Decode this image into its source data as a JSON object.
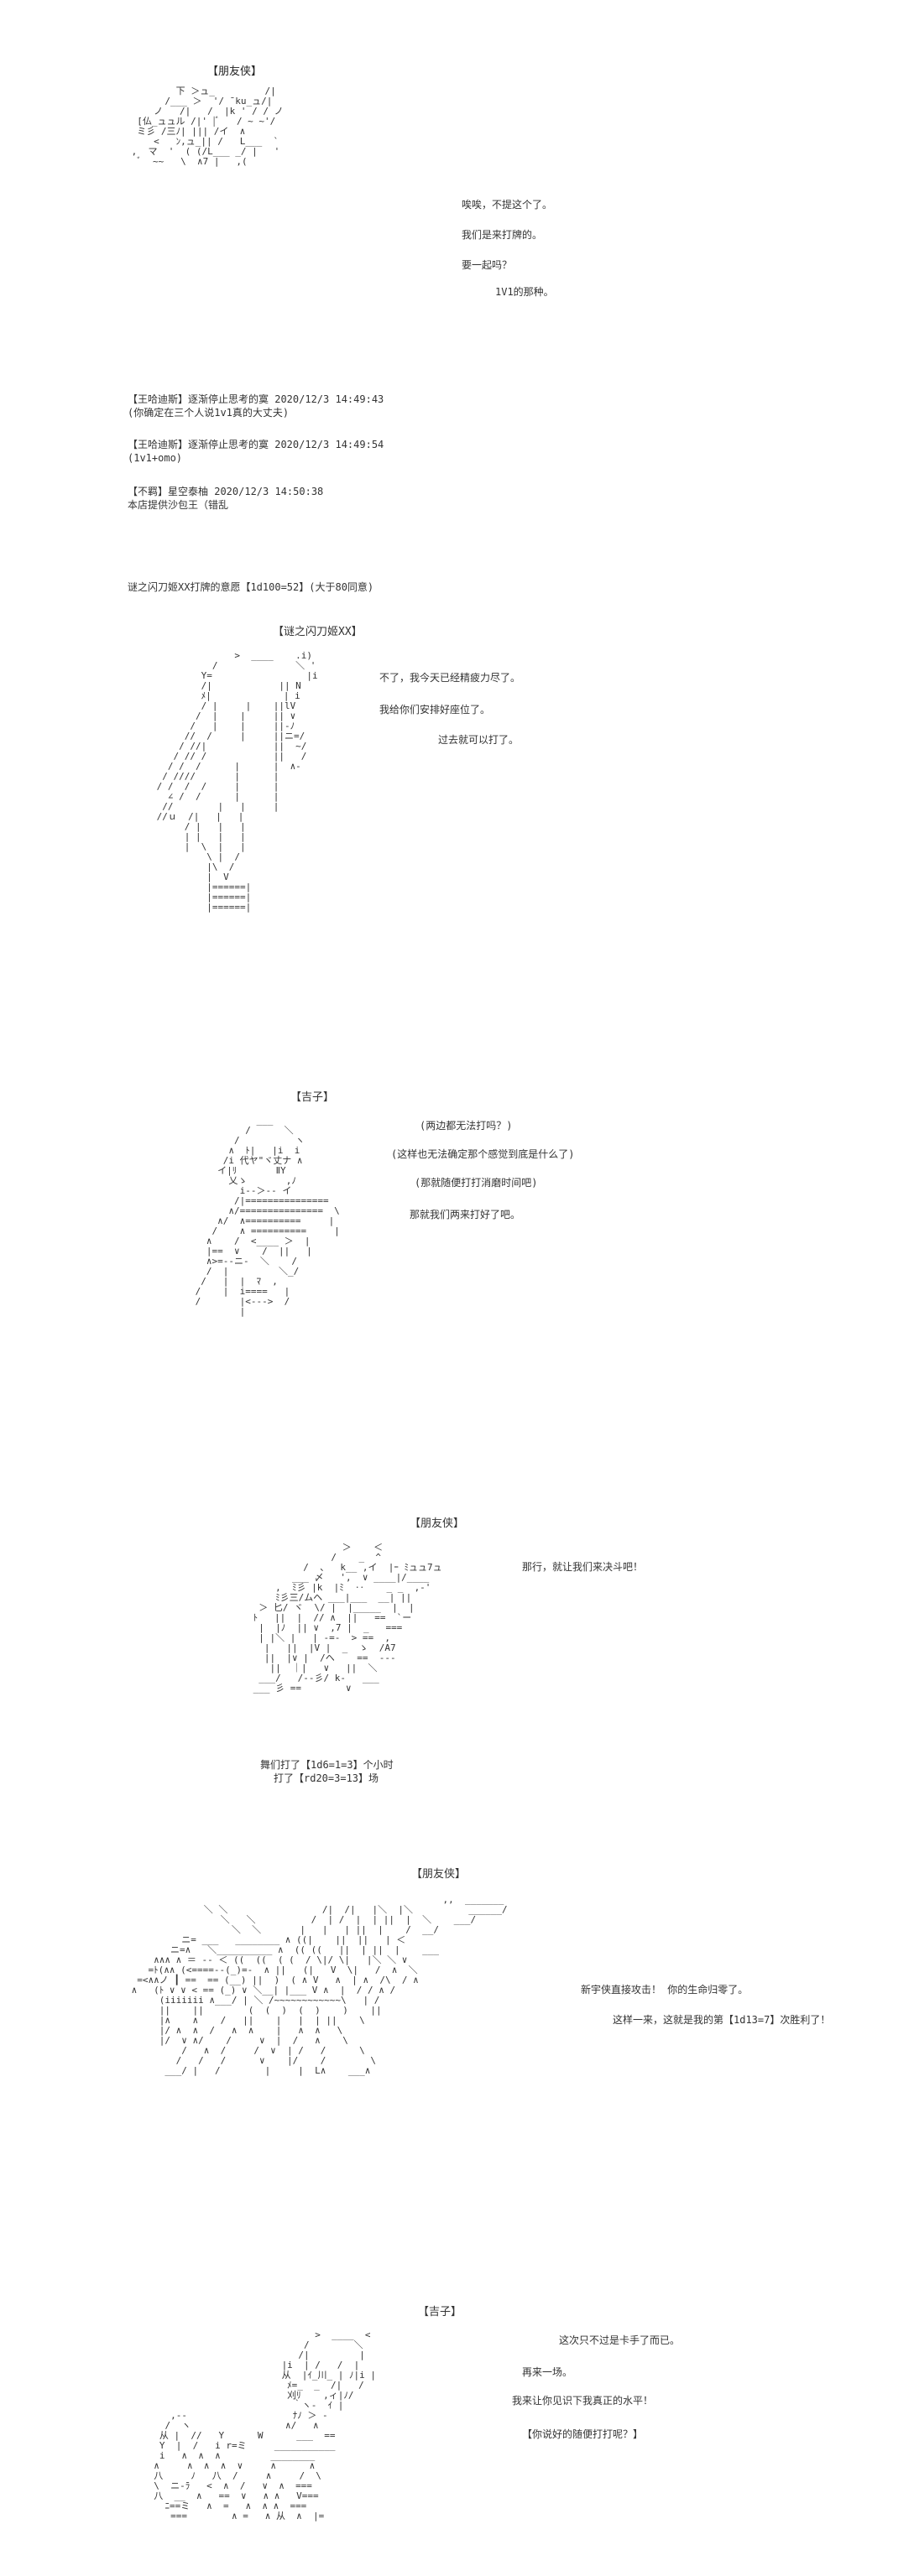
{
  "panel1": {
    "name": "【朋友侠】",
    "lines": [
      "唉唉，不提这个了。",
      "我们是来打牌的。",
      "要一起吗？",
      "1V1的那种。"
    ],
    "log": [
      "【王哈迪斯】逐渐停止思考的寞 2020/12/3 14:49:43",
      "(你确定在三个人说1v1真的大丈夫)",
      "【王哈迪斯】逐渐停止思考的寞 2020/12/3 14:49:54",
      "(1v1+omo)",
      "【不羁】星空泰柚 2020/12/3 14:50:38",
      "本店提供沙包王（错乱"
    ],
    "roll": "谜之闪刀姬XX打牌的意愿【1d100=52】(大于80同意)"
  },
  "panel2": {
    "name": "【谜之闪刀姬XX】",
    "lines": [
      "不了，我今天已经精疲力尽了。",
      "我给你们安排好座位了。",
      "过去就可以打了。"
    ]
  },
  "panel3": {
    "name": "【吉子】",
    "lines": [
      "(两边都无法打吗？)",
      "(这样也无法确定那个感觉到底是什么了)",
      "(那就随便打打消磨时间吧)",
      "那就我们两来打好了吧。"
    ]
  },
  "panel4": {
    "name": "【朋友侠】",
    "lines": [
      "那行，就让我们来决斗吧！"
    ],
    "rolls": [
      "舞们打了【1d6=1=3】个小时",
      "打了【rd20=3=13】场"
    ]
  },
  "panel5": {
    "name": "【朋友侠】",
    "lines": [
      "新宇侠直接攻击！ 你的生命归零了。",
      "这样一来，这就是我的第【1d13=7】次胜利了！"
    ]
  },
  "panel6": {
    "name": "【吉子】",
    "lines": [
      "这次只不过是卡手了而已。",
      "再来一场。",
      "我来让你见识下我真正的水平！",
      "【你说好的随便打打呢？】"
    ]
  }
}
